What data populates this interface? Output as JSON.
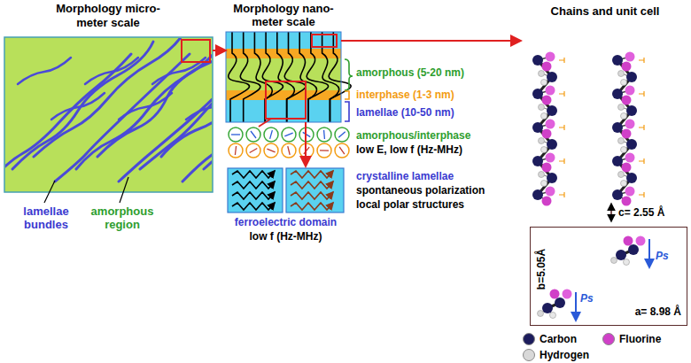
{
  "diagram": {
    "nodes": [
      {
        "text": [
          "Morphology micro-meter scale"
        ]
      },
      {
        "text": [
          "Morphology nano-meter scale"
        ]
      },
      {
        "text": [
          "ferroelectric domain",
          "low f (Hz-MHz)"
        ]
      },
      {
        "text": [
          "Chains and unit cell"
        ]
      },
      {
        "text": [
          "b=5.05Å",
          "a= 8.98 Å"
        ]
      }
    ],
    "edges": [
      {
        "from": 0,
        "to": 1,
        "arrow": "to"
      },
      {
        "from": 1,
        "to": 3,
        "arrow": "to"
      },
      {
        "from": 1,
        "to": 2,
        "arrow": "to"
      }
    ],
    "labels": [
      "lamellae bundles",
      "amorphous region",
      "amorphous (5-20 nm)",
      "interphase (1-3 nm)",
      "lamellae (10-50 nm)",
      "amorphous/interphase",
      "low E, low f (Hz-MHz)",
      "crystalline lamellae",
      "spontaneous polarization",
      "local polar structures",
      "c= 2.55 Å",
      "Ps",
      "Ps"
    ],
    "legend": [
      {
        "text": "Carbon",
        "color": "#1c1c5c"
      },
      {
        "text": "Fluorine",
        "color": "#d040c8"
      },
      {
        "text": "Hydrogen",
        "color": "#d8d8d8"
      }
    ]
  }
}
